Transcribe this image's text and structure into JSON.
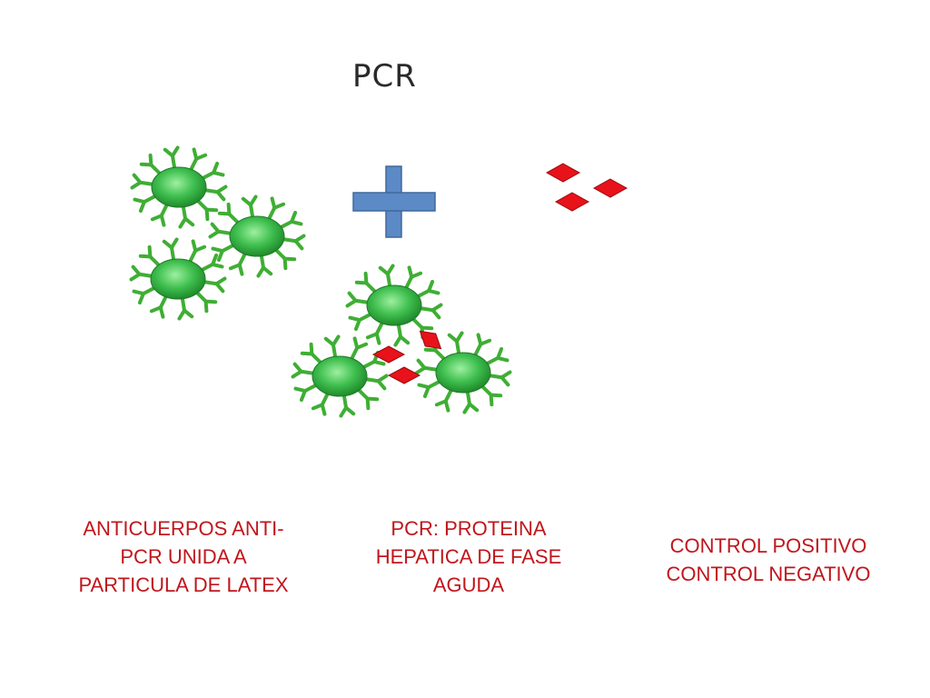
{
  "title": "PCR",
  "captions": {
    "antibodies": [
      "ANTICUERPOS ANTI-",
      "PCR UNIDA A",
      "PARTICULA DE LATEX"
    ],
    "pcr_protein": [
      "PCR: PROTEINA",
      "HEPATICA DE FASE",
      "AGUDA"
    ],
    "controls": [
      "CONTROL POSITIVO",
      "CONTROL NEGATIVO"
    ]
  },
  "colors": {
    "caption_text": "#c0161c",
    "latex_particle": "#3fbf4f",
    "antibody": "#3fae34",
    "pcr_protein": "#e8121a",
    "plus_sign": "#5b8ac6"
  },
  "icons": {
    "latex_particle": "latex-particle-icon",
    "pcr_protein": "pcr-protein-diamond-icon",
    "plus": "plus-icon"
  }
}
